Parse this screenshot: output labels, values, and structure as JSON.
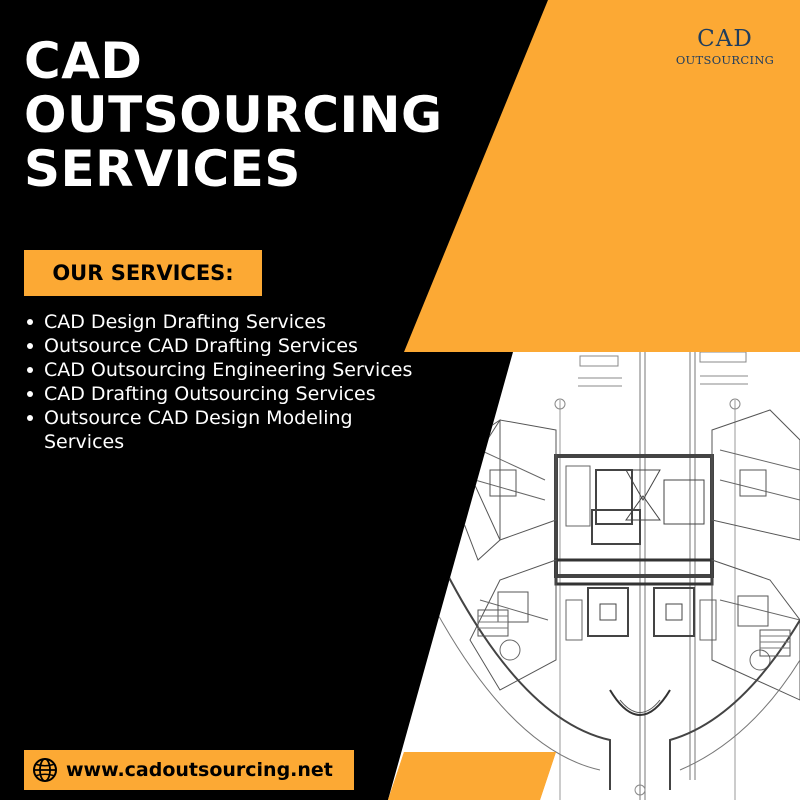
{
  "headline": {
    "lines": [
      "CAD",
      "OUTSOURCING",
      "SERVICES"
    ]
  },
  "logo": {
    "main": "CAD",
    "sub": "OUTSOURCING"
  },
  "services": {
    "label": "OUR SERVICES:",
    "items": [
      "CAD Design Drafting Services",
      "Outsource CAD Drafting Services",
      "CAD Outsourcing Engineering Services",
      "CAD Drafting Outsourcing Services",
      "Outsource CAD Design Modeling Services"
    ]
  },
  "website": {
    "icon": "globe-icon",
    "url": "www.cadoutsourcing.net"
  },
  "colors": {
    "background": "#000000",
    "accent": "#fca934",
    "text": "#ffffff",
    "logo": "#1f3d5e"
  }
}
